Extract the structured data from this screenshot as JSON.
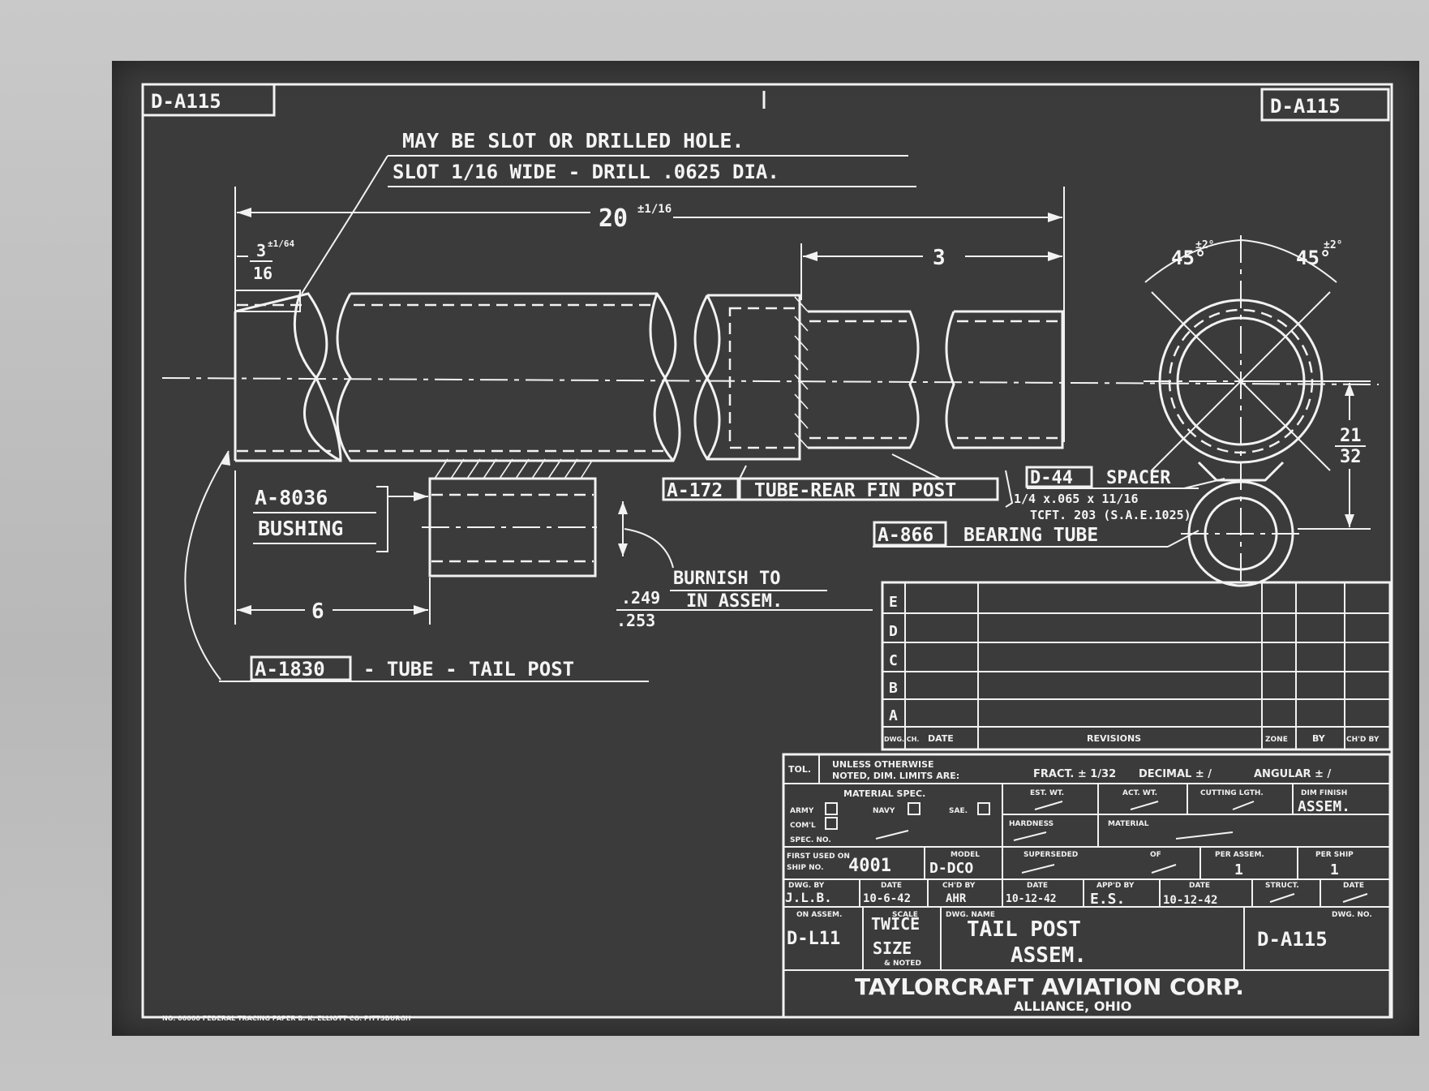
{
  "sheet_id_left": "D-A115",
  "sheet_id_right": "D-A115",
  "notes": {
    "note1": "MAY BE SLOT OR DRILLED HOLE.",
    "note2": "SLOT 1/16 WIDE - DRILL .0625 DIA."
  },
  "dims": {
    "overall": "20",
    "overall_tol": "±1/16",
    "slot_a": "3",
    "slot_tol": "±1/64",
    "slot_b": "16",
    "three": "3",
    "six": "6",
    "angle1": "45°",
    "angle1_tol": "±2°",
    "angle2": "45°",
    "angle2_tol": "±2°",
    "vert_num": "21",
    "vert_den": "32"
  },
  "parts": {
    "bushing_no": "A-8036",
    "bushing_name": "BUSHING",
    "burnish1": "BURNISH TO",
    "burnish2": "IN ASSEM.",
    "burnish_hi": ".249",
    "burnish_lo": ".253",
    "tail_no": "A-1830",
    "tail_name": "- TUBE - TAIL POST",
    "fin_no": "A-172",
    "fin_name": "TUBE-REAR FIN POST",
    "spacer_no": "D-44",
    "spacer_name": "SPACER",
    "spacer_spec1": "1/4 x.065 x 11/16",
    "spacer_spec2": "TCFT. 203 (S.A.E.1025)",
    "bearing_no": "A-866",
    "bearing_name": "BEARING TUBE"
  },
  "revisions": {
    "letters": [
      "E",
      "D",
      "C",
      "B",
      "A"
    ],
    "dwg_ch": "DWG. CH.",
    "date": "DATE",
    "revisions": "REVISIONS",
    "zone": "ZONE",
    "by": "BY",
    "chkd": "CH'D BY"
  },
  "title_block": {
    "tol": "TOL.",
    "unless1": "UNLESS OTHERWISE",
    "unless2": "NOTED, DIM. LIMITS ARE:",
    "fract": "FRACT. ± 1/32",
    "decimal": "DECIMAL ± /",
    "angular": "ANGULAR ± /",
    "material_spec": "MATERIAL SPEC.",
    "army": "ARMY",
    "navy": "NAVY",
    "sae": "SAE.",
    "coml": "COM'L",
    "spec_no": "SPEC. NO.",
    "est_wt": "EST. WT.",
    "act_wt": "ACT. WT.",
    "cutting_lgth": "CUTTING LGTH.",
    "dim_finish": "DIM FINISH",
    "finish_val": "ASSEM.",
    "hardness": "HARDNESS",
    "material": "MATERIAL",
    "first_used1": "FIRST USED ON",
    "first_used2": "SHIP NO.",
    "first_used_val": "4001",
    "model": "MODEL",
    "model_val": "D-DCO",
    "superseded": "SUPERSEDED",
    "of": "OF",
    "per_assem": "PER ASSEM.",
    "per_assem_val": "1",
    "per_ship": "PER SHIP",
    "per_ship_val": "1",
    "dwg_by": "DWG. BY",
    "dwg_by_val": "J.L.B.",
    "date1": "DATE",
    "date1_val": "10-6-42",
    "chkd_by": "CH'D BY",
    "chkd_by_val": "AHR",
    "date2": "DATE",
    "date2_val": "10-12-42",
    "appd_by": "APP'D BY",
    "appd_by_val": "E.S.",
    "date3": "DATE",
    "date3_val": "10-12-42",
    "struct": "STRUCT.",
    "date4": "DATE",
    "on_assem": "ON ASSEM.",
    "on_assem_val": "D-L11",
    "scale": "SCALE",
    "scale_val1": "TWICE",
    "scale_val2": "SIZE",
    "scale_note": "& NOTED",
    "dwg_name": "DWG. NAME",
    "name1": "TAIL POST",
    "name2": "ASSEM.",
    "dwg_no": "DWG. NO.",
    "dwg_no_val": "D-A115",
    "company": "TAYLORCRAFT AVIATION CORP.",
    "city": "ALLIANCE, OHIO"
  },
  "footer": "NO. 00000 FEDERAL TRACING PAPER B. K. ELLIOTT CO. PITTSBURGH"
}
